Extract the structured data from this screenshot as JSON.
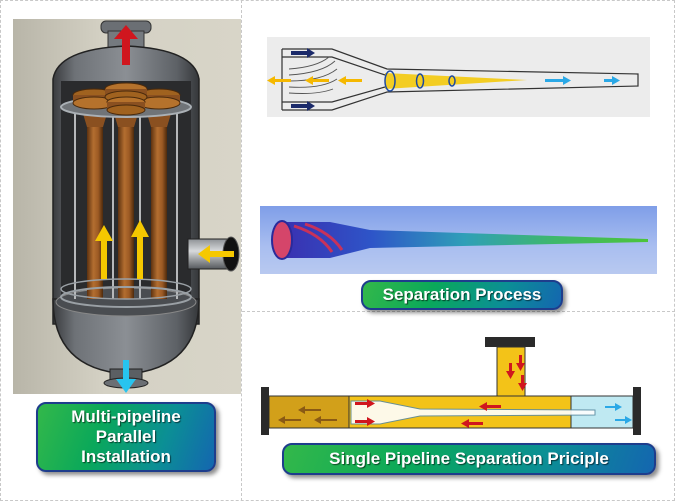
{
  "labels": {
    "multi_pipeline": [
      "Multi-pipeline",
      "Parallel",
      "Installation"
    ],
    "separation_process": "Separation Process",
    "single_pipeline": "Single Pipeline Separation Priciple"
  },
  "colors": {
    "label_gradient_start": "#33b84a",
    "label_gradient_end": "#1466b0",
    "label_border": "#1e3d8c",
    "gas_outlet_arrow": "#d0161e",
    "inlet_arrow": "#f5c800",
    "liquid_outlet_arrow": "#27c4ef",
    "pipe_copper": "#9c5a24",
    "pipe_fill_yellow": "#f3c318"
  }
}
